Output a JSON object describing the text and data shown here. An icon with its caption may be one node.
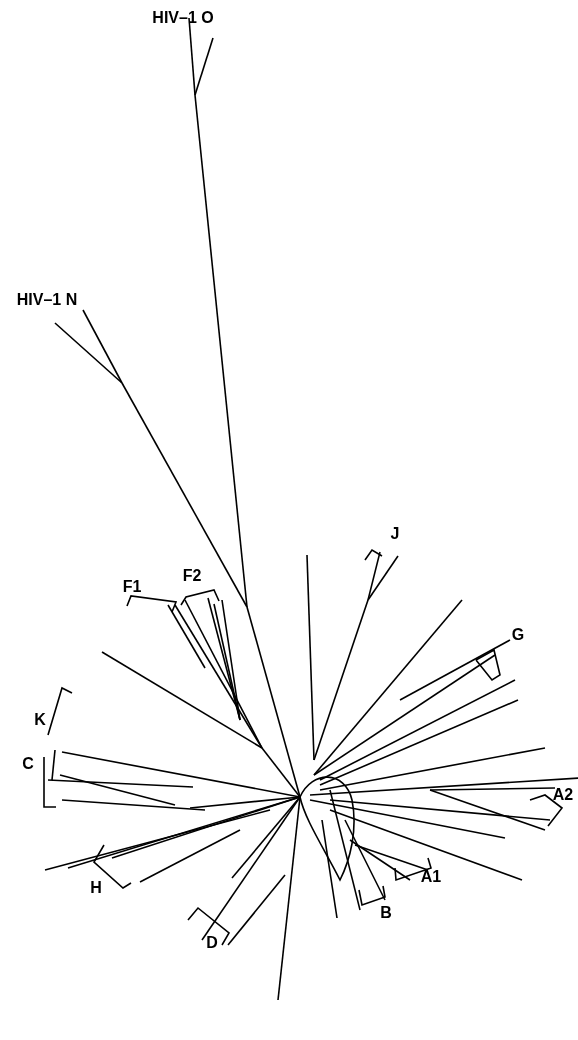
{
  "diagram": {
    "labels": [
      "HIV–1 O",
      "HIV–1 N",
      "J",
      "F2",
      "F1",
      "G",
      "K",
      "C",
      "A2",
      "A1",
      "H",
      "B",
      "D"
    ]
  }
}
